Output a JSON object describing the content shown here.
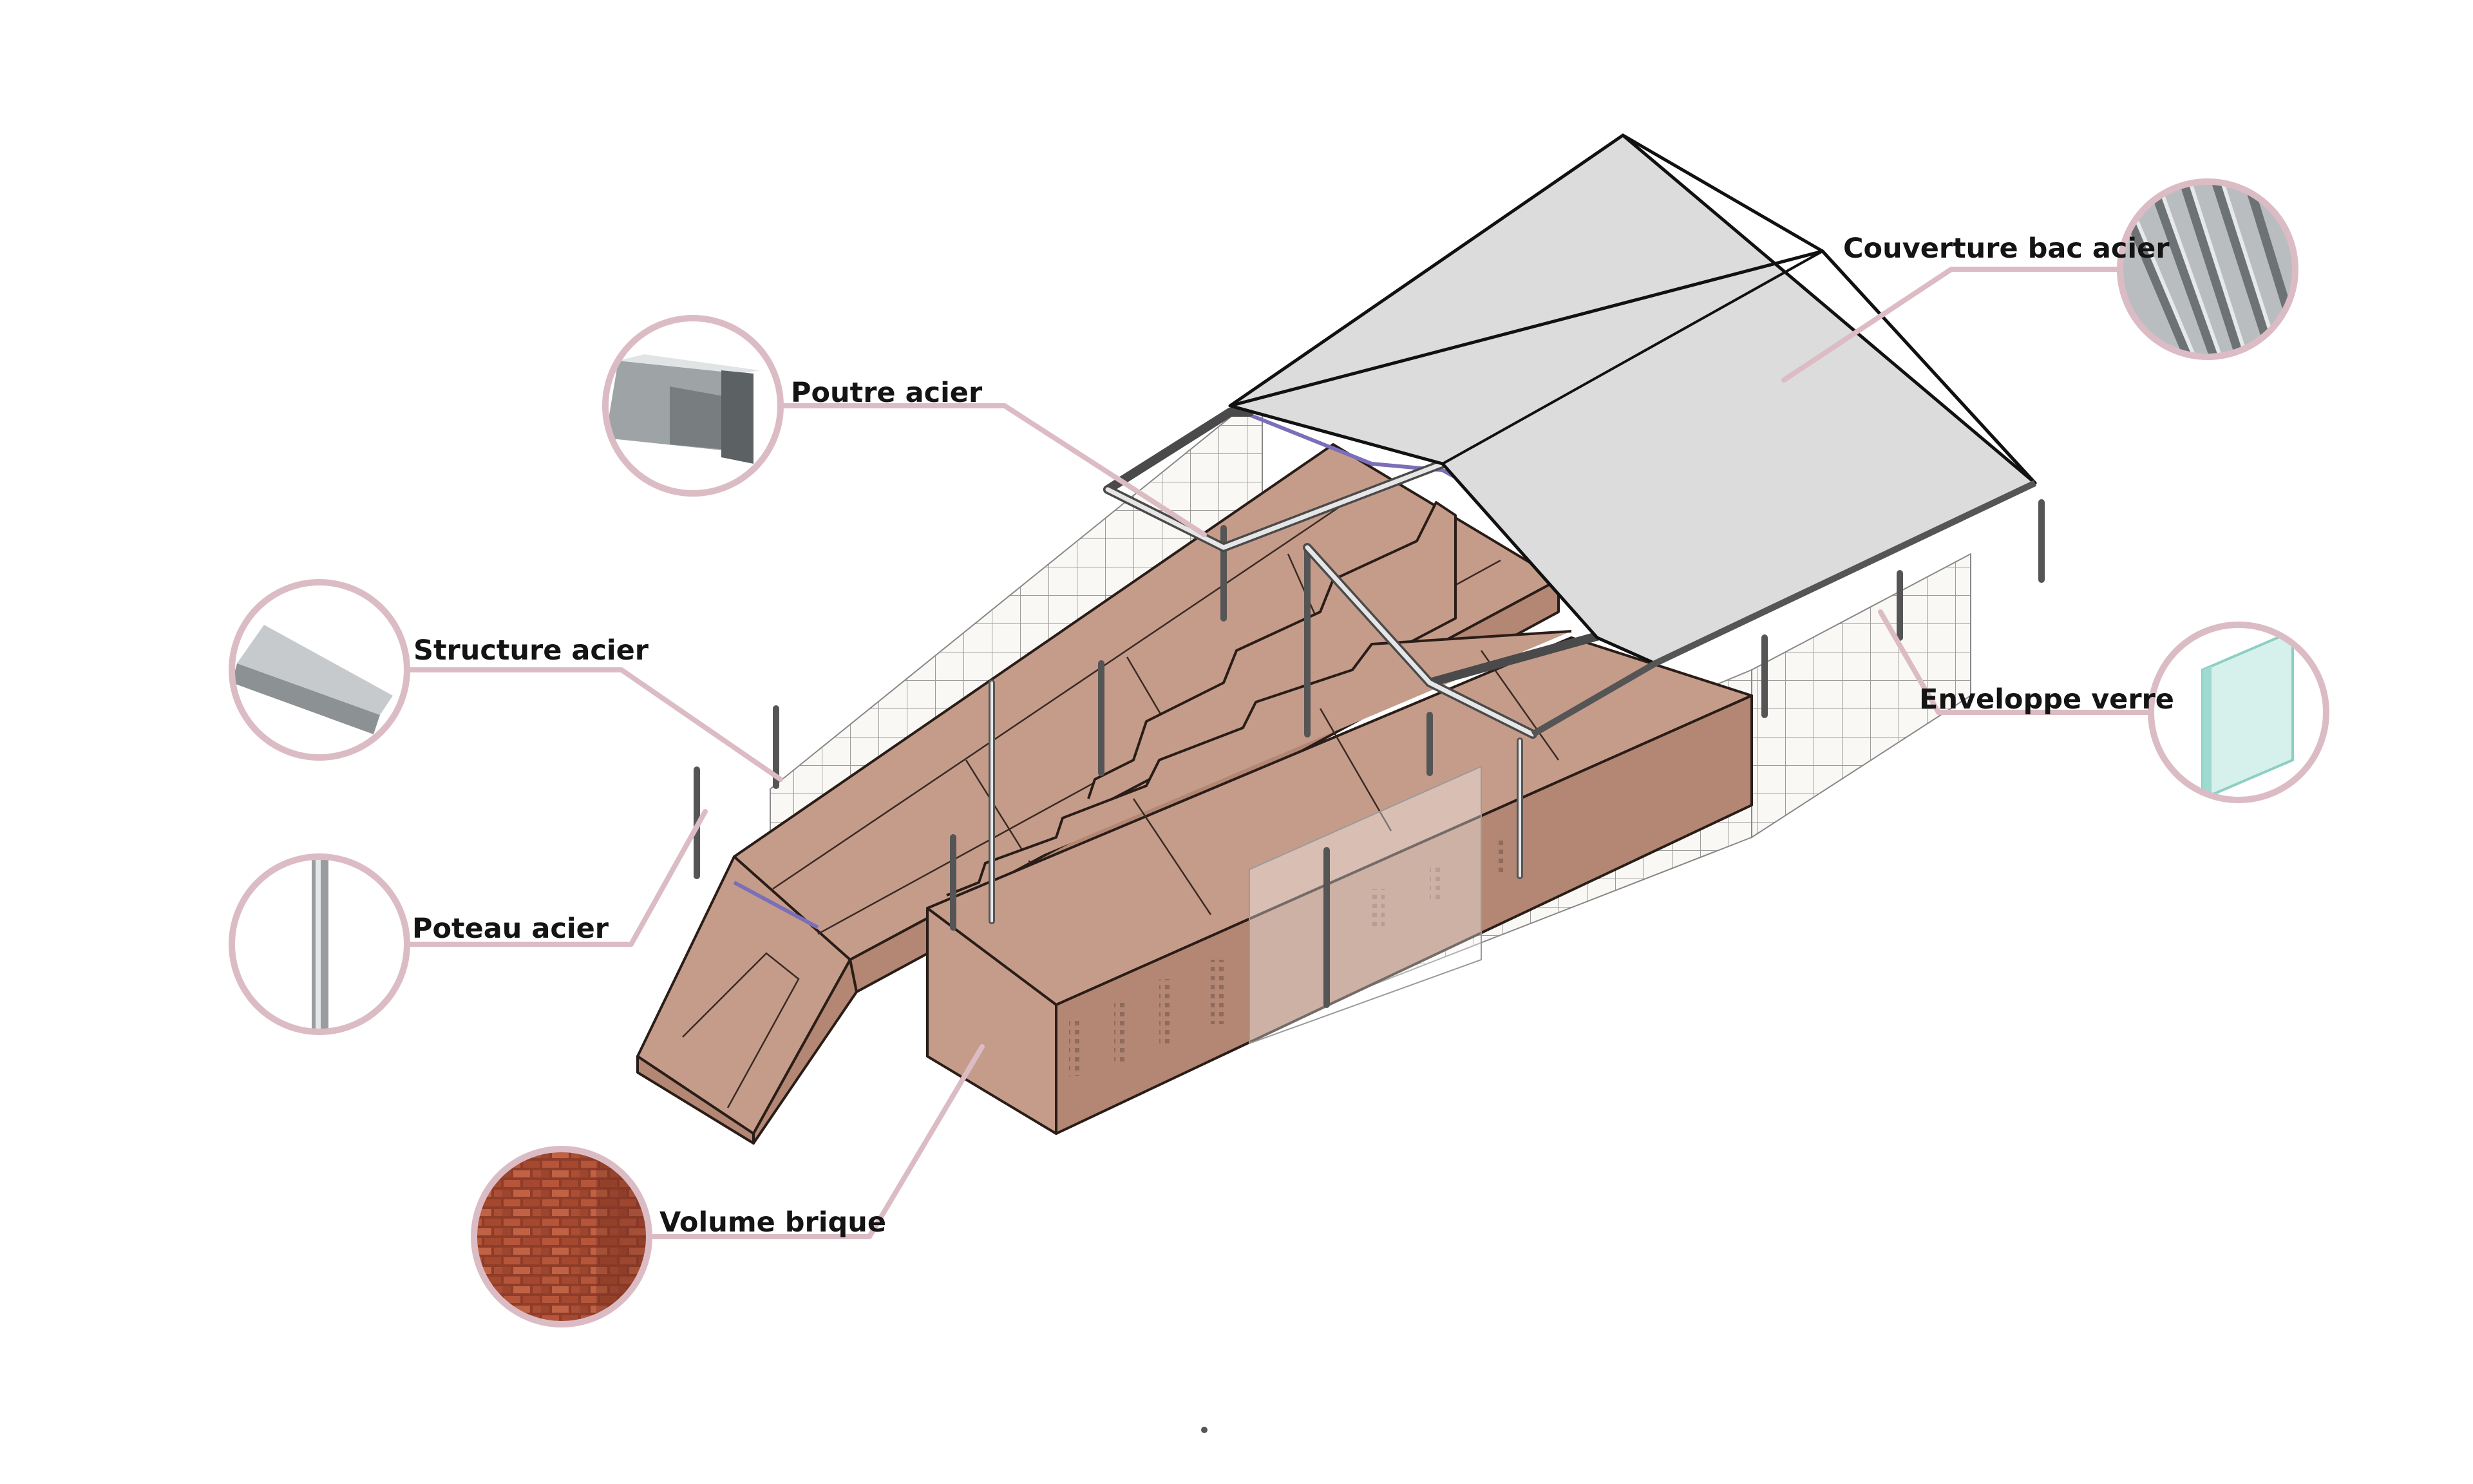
{
  "labels": {
    "roof": "Couverture bac acier",
    "beam": "Poutre acier",
    "structure": "Structure acier",
    "post": "Poteau acier",
    "glass": "Enveloppe verre",
    "brick": "Volume brique"
  },
  "colors": {
    "brick": "#c59c8a",
    "roof": "#dcdcdc",
    "ring": "#dcbcc4",
    "glass": "#a8e0d6",
    "steel": "#9ea3a6"
  },
  "icons": {
    "roof": "corrugated-steel-sheet-icon",
    "beam": "i-beam-icon",
    "structure": "flat-bar-icon",
    "post": "round-post-icon",
    "glass": "glass-pane-icon",
    "brick": "brick-wall-icon"
  }
}
